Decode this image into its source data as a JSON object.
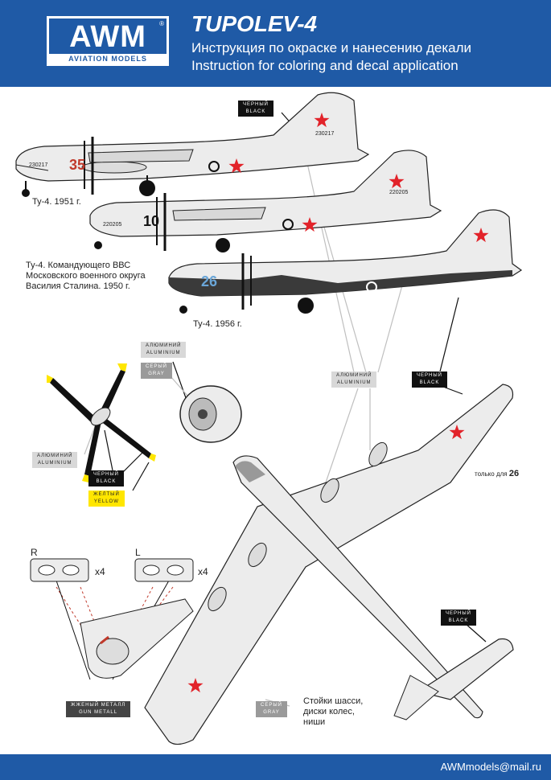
{
  "header": {
    "logo_main": "AWM",
    "logo_sub": "AVIATION MODELS",
    "logo_reg": "®",
    "title": "TUPOLEV-4",
    "subtitle_ru": "Инструкция по окраске и нанесению декали",
    "subtitle_en": "Instruction for coloring and decal application"
  },
  "tags": {
    "black_ru": "ЧЕРНЫЙ",
    "black_en": "BLACK",
    "alu_ru": "АЛЮМИНИЙ",
    "alu_en": "ALUMINIUM",
    "gray_ru": "СЕРЫЙ",
    "gray_en": "GRAY",
    "yellow_ru": "ЖЕЛТЫЙ",
    "yellow_en": "YELLOW",
    "gun_ru": "ЖЖЕНЫЙ МЕТАЛЛ",
    "gun_en": "GUN METALL"
  },
  "aircraft": {
    "a1_caption": "Ty-4. 1951 г.",
    "a1_number": "35",
    "a1_serial": "230217",
    "a1_tail": "230217",
    "a2_caption_line1": "Ty-4. Командующего ВВС",
    "a2_caption_line2": "Московского военного округа",
    "a2_caption_line3": "Василия Сталина. 1950 г.",
    "a2_number": "10",
    "a2_serial": "220205",
    "a2_tail": "220205",
    "a3_caption": "Ty-4. 1956 г.",
    "a3_number": "26"
  },
  "notes": {
    "only_for": "только для",
    "only_for_num": "26",
    "gear_line1": "Стойки шасси,",
    "gear_line2": "диски колес,",
    "gear_line3": "ниши",
    "left_label": "R",
    "right_label": "L",
    "left_count": "x4",
    "right_count": "x4"
  },
  "footer": {
    "email": "AWMmodels@mail.ru"
  },
  "colors": {
    "header_blue": "#1f5aa6",
    "star_red": "#e2232a",
    "prop_yellow": "#ffe600",
    "dark_gray": "#3a3a3a",
    "light_blue_number": "#6aa6d8"
  }
}
